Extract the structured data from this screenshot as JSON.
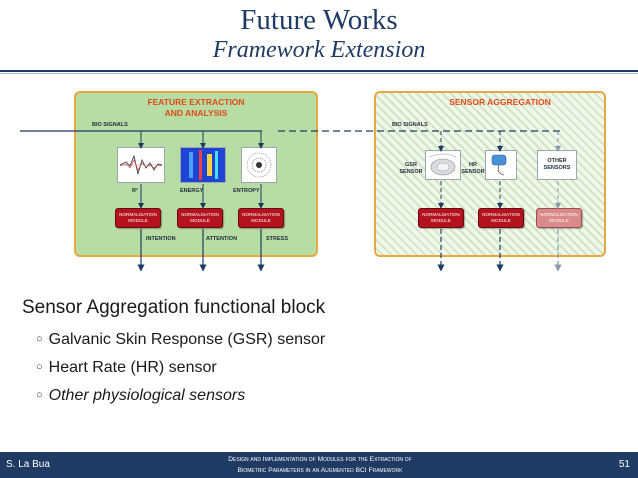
{
  "slide": {
    "title": "Future Works",
    "subtitle": "Framework Extension"
  },
  "diagram": {
    "left_panel": {
      "title_line1": "FEATURE EXTRACTION",
      "title_line2": "AND ANALYSIS",
      "input_label": "BIO SIGNALS",
      "feature_labels": [
        "R²",
        "ENERGY",
        "ENTROPY"
      ],
      "module_line1": "NORMALISATION",
      "module_line2": "MODULE",
      "output_labels": [
        "INTENTION",
        "ATTENTION",
        "STRESS"
      ]
    },
    "right_panel": {
      "title": "SENSOR AGGREGATION",
      "input_label": "BIO SIGNALS",
      "sensor_labels": [
        {
          "line1": "GSR",
          "line2": "SENSOR"
        },
        {
          "line1": "HR",
          "line2": "SENSOR"
        },
        {
          "line1": "OTHER",
          "line2": "SENSORS"
        }
      ],
      "module_line1": "NORMALISATION",
      "module_line2": "MODULE"
    },
    "colors": {
      "panel_green": "#b7dca4",
      "panel_border": "#e8a840",
      "panel_title": "#e04a16",
      "module_red": "#b3121e",
      "arrow_blue": "#1f3b63"
    }
  },
  "content": {
    "main_bullet": "Sensor Aggregation functional block",
    "sub_bullets": [
      "Galvanic Skin Response (GSR) sensor",
      "Heart Rate (HR) sensor",
      "Other physiological sensors"
    ]
  },
  "footer": {
    "author": "S. La Bua",
    "center_line1": "Design and Implementation of Modules for the Extraction of",
    "center_line2": "Biometric Parameters in an Augmented BCI Framework",
    "page": "51"
  }
}
